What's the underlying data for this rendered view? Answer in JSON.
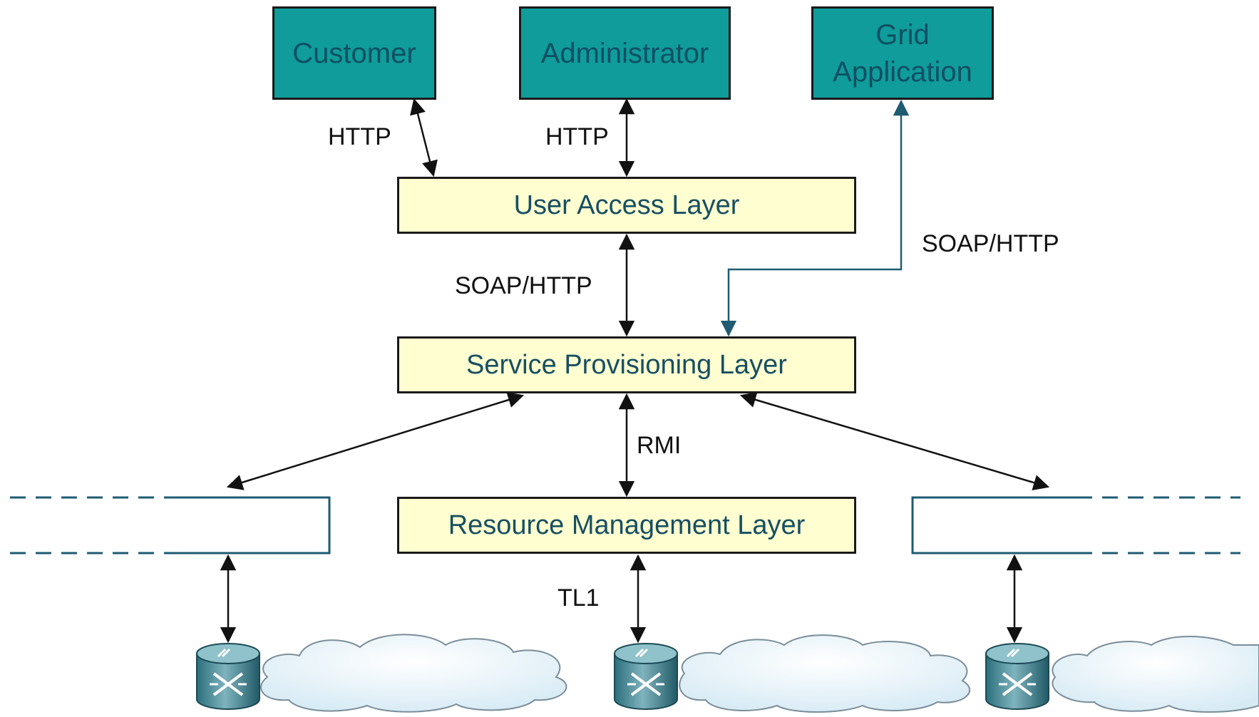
{
  "actors": {
    "customer": "Customer",
    "administrator": "Administrator",
    "grid_line1": "Grid",
    "grid_line2": "Application"
  },
  "layers": {
    "user_access": "User Access Layer",
    "service_provisioning": "Service Provisioning Layer",
    "resource_management": "Resource Management Layer"
  },
  "protocols": {
    "customer_link": "HTTP",
    "admin_link": "HTTP",
    "user_access_to_provisioning": "SOAP/HTTP",
    "grid_link": "SOAP/HTTP",
    "provisioning_to_resource": "RMI",
    "resource_to_device": "TL1"
  },
  "icons": [
    "network-switch-icon",
    "network-cloud-icon"
  ],
  "colors": {
    "actor_fill": "#0f9c9a",
    "layer_fill": "#fefed0",
    "text_teal": "#174f63",
    "grid_arrow": "#1f5b72"
  }
}
